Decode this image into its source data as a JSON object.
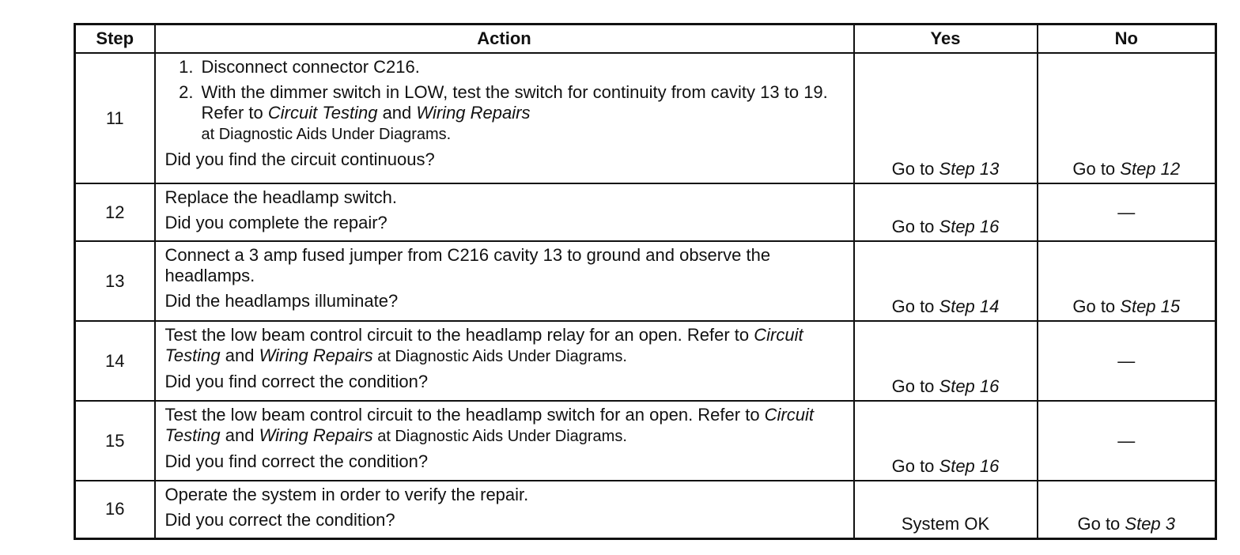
{
  "header": {
    "step": "Step",
    "action": "Action",
    "yes": "Yes",
    "no": "No"
  },
  "rows": [
    {
      "step": "11",
      "list": [
        {
          "num": "1.",
          "text": "Disconnect connector C216."
        },
        {
          "num": "2.",
          "a": "With the dimmer switch in LOW, test the switch for continuity from cavity 13 to 19. Refer to ",
          "i1": "Circuit Testing",
          "b": " and ",
          "i2": "Wiring Repairs",
          "c": "at Diagnostic Aids Under Diagrams."
        }
      ],
      "question": "Did you find the circuit continuous?",
      "yes_prefix": "Go to ",
      "yes_step": "Step 13",
      "no_prefix": "Go to ",
      "no_step": "Step 12"
    },
    {
      "step": "12",
      "text": "Replace the headlamp switch.",
      "question": "Did you complete the repair?",
      "yes_prefix": "Go to ",
      "yes_step": "Step 16",
      "no": "—"
    },
    {
      "step": "13",
      "text": "Connect a 3 amp fused jumper from C216 cavity 13 to ground and observe the headlamps.",
      "question": "Did the headlamps illuminate?",
      "yes_prefix": "Go to ",
      "yes_step": "Step 14",
      "no_prefix": "Go to ",
      "no_step": "Step 15"
    },
    {
      "step": "14",
      "a": "Test the low beam control circuit to the headlamp relay for an open. Refer to ",
      "i1": "Circuit Testing",
      "b": " and ",
      "i2": "Wiring Repairs",
      "c": " at Diagnostic Aids Under Diagrams.",
      "question": "Did you find correct the condition?",
      "yes_prefix": "Go to ",
      "yes_step": "Step 16",
      "no": "—"
    },
    {
      "step": "15",
      "a": "Test the low beam control circuit to the headlamp switch for an open. Refer to ",
      "i1": "Circuit Testing",
      "b": " and ",
      "i2": "Wiring Repairs",
      "c": " at Diagnostic Aids Under Diagrams.",
      "question": "Did you find correct the condition?",
      "yes_prefix": "Go to ",
      "yes_step": "Step 16",
      "no": "—"
    },
    {
      "step": "16",
      "text": "Operate the system in order to verify the repair.",
      "question": "Did you correct the condition?",
      "yes": "System OK",
      "no_prefix": "Go to ",
      "no_step": "Step 3"
    }
  ]
}
